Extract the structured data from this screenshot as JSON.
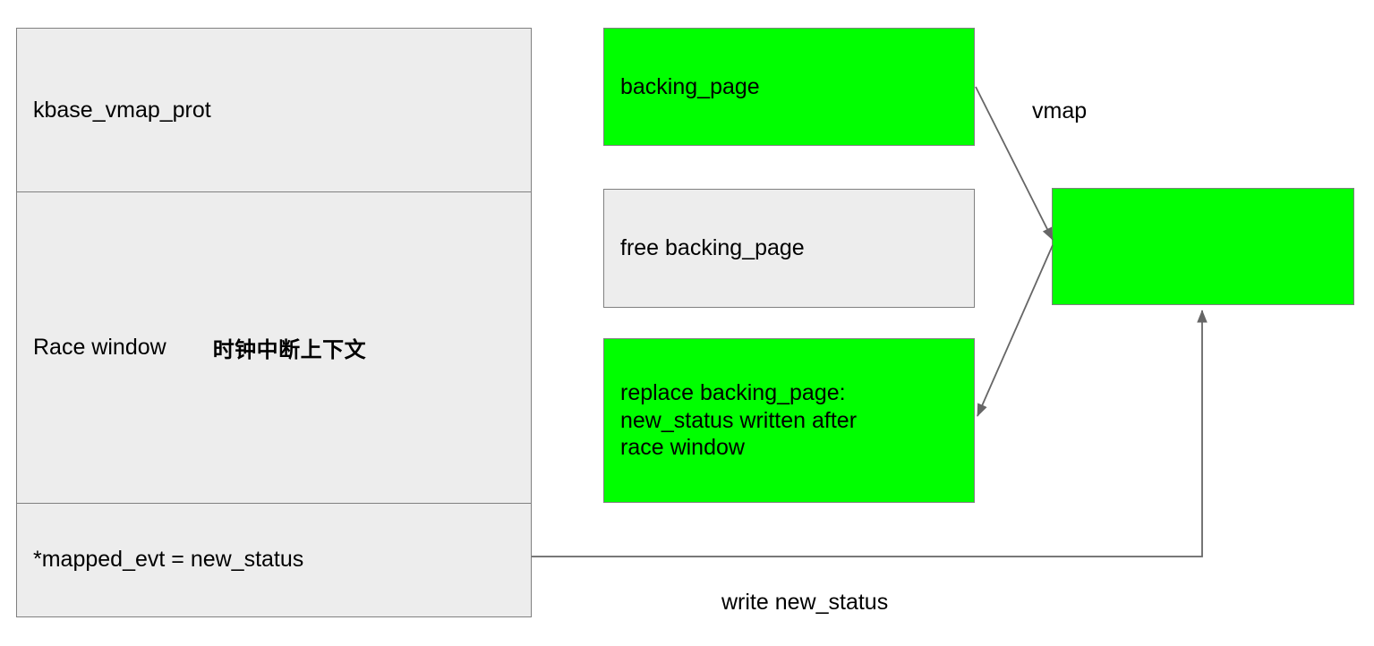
{
  "diagram": {
    "title": "kbase_vmap_prot race window diagram",
    "colors": {
      "highlight_green": "#00ff00",
      "neutral_gray": "#ededed",
      "border_gray": "#808080",
      "text": "#000000"
    },
    "left_table": {
      "name": "execution-timeline",
      "cells": [
        {
          "label": "kbase_vmap_prot",
          "fill": "#ededed",
          "note": ""
        },
        {
          "label": "Race window",
          "fill": "#ededed",
          "note": "时钟中断上下文"
        },
        {
          "label": "*mapped_evt = new_status",
          "fill": "#ededed",
          "note": ""
        }
      ]
    },
    "middle_boxes": [
      {
        "label": "backing_page",
        "fill": "#00ff00"
      },
      {
        "label": "free backing_page",
        "fill": "#ededed"
      },
      {
        "label": "replace backing_page:\nnew_status written after\nrace window",
        "fill": "#00ff00"
      }
    ],
    "right_box": {
      "label": "",
      "fill": "#00ff00"
    },
    "edge_labels": [
      {
        "text": "vmap"
      },
      {
        "text": "write new_status"
      }
    ],
    "arrows": [
      {
        "from": "backing_page",
        "to": "mapped-region",
        "head": "mapped-region"
      },
      {
        "from": "mapped-region",
        "to": "replace backing_page",
        "head": "replace backing_page"
      },
      {
        "from": "*mapped_evt = new_status",
        "to": "mapped-region",
        "head": "mapped-region"
      }
    ]
  }
}
